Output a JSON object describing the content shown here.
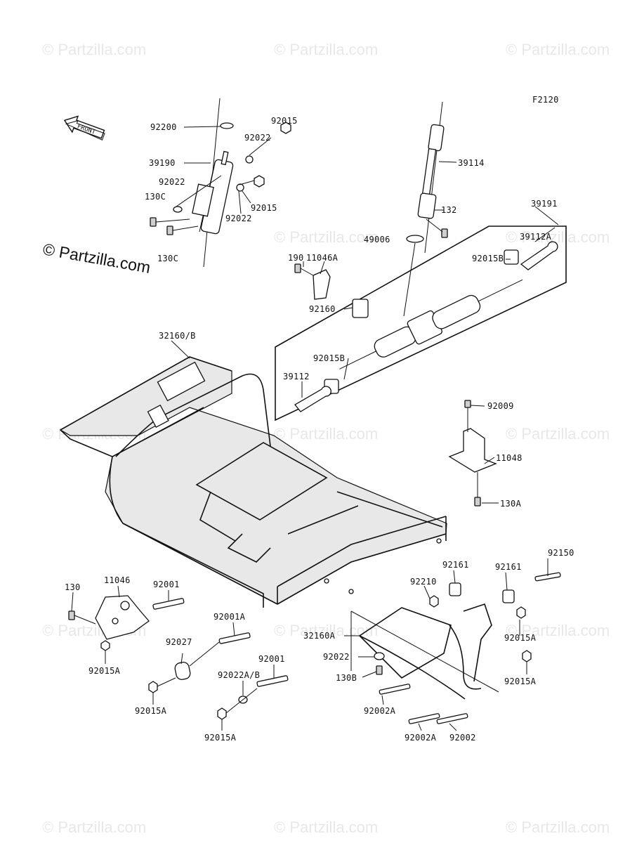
{
  "diagram": {
    "figure_code": "F2120",
    "front_label": "FRONT",
    "watermark_text": "© Partzilla.com",
    "watermark_main": "© Partzilla.com",
    "parts": {
      "p92200": "92200",
      "p92015_top": "92015",
      "p92022_a": "92022",
      "p39190": "39190",
      "p92022_b": "92022",
      "p130C_a": "130C",
      "p92015_mid": "92015",
      "p92022_c": "92022",
      "p130C_b": "130C",
      "p39114": "39114",
      "p132": "132",
      "p39191": "39191",
      "p39112A": "39112A",
      "p49006": "49006",
      "p190": "190",
      "p11046A": "11046A",
      "p92015B_r": "92015B",
      "p92160": "92160",
      "p92015B_l": "92015B",
      "p39112": "39112",
      "p32160B": "32160/B",
      "p92009": "92009",
      "p11048": "11048",
      "p130A": "130A",
      "p92150": "92150",
      "p92161_a": "92161",
      "p92161_b": "92161",
      "p92210": "92210",
      "p130": "130",
      "p11046": "11046",
      "p92001_a": "92001",
      "p92001A": "92001A",
      "p32160A": "32160A",
      "p92015A_r1": "92015A",
      "p92015A_l": "92015A",
      "p92027": "92027",
      "p92001_b": "92001",
      "p92022_d": "92022",
      "p92022AB": "92022A/B",
      "p130B": "130B",
      "p92015A_r2": "92015A",
      "p92015A_bl": "92015A",
      "p92002A_a": "92002A",
      "p92015A_bm": "92015A",
      "p92002A_b": "92002A",
      "p92002": "92002"
    }
  }
}
